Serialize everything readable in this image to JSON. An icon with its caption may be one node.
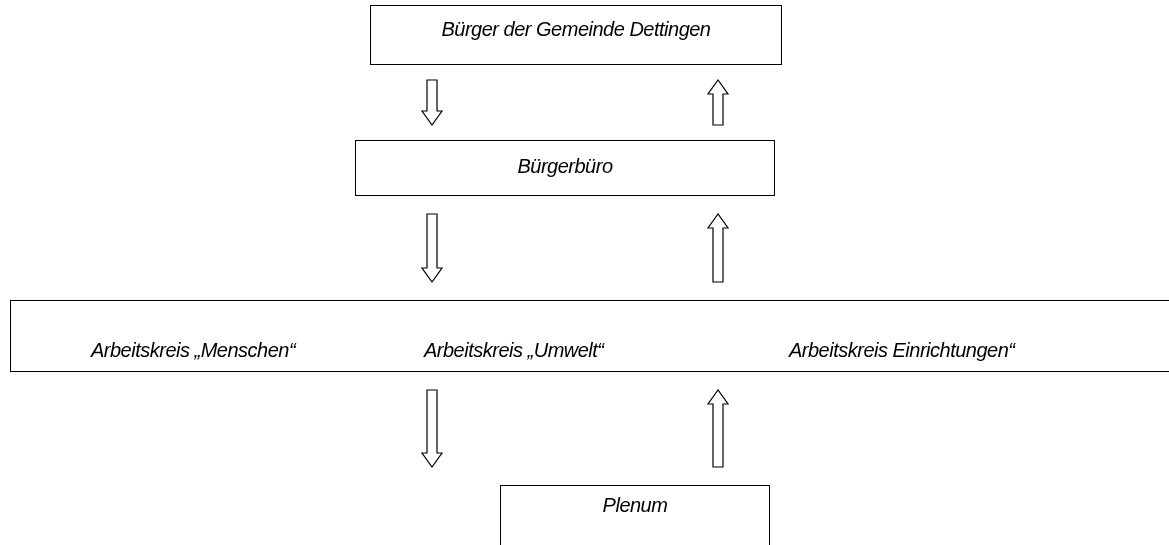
{
  "diagram": {
    "nodes": [
      {
        "text": [
          "Bürger der Gemeinde Dettingen"
        ]
      },
      {
        "text": [
          "Bürgerbüro"
        ]
      },
      {
        "text": [
          "Arbeitskreis „Menschen“",
          "Arbeitskreis „Umwelt“",
          "Arbeitskreis Einrichtungen“"
        ]
      },
      {
        "text": [
          "Plenum"
        ]
      }
    ],
    "edges": [
      {
        "from": 0,
        "to": 1,
        "arrow": "to"
      },
      {
        "from": 1,
        "to": 0,
        "arrow": "to"
      },
      {
        "from": 1,
        "to": 2,
        "arrow": "to"
      },
      {
        "from": 2,
        "to": 1,
        "arrow": "to"
      },
      {
        "from": 2,
        "to": 3,
        "arrow": "to"
      },
      {
        "from": 3,
        "to": 2,
        "arrow": "to"
      }
    ]
  }
}
